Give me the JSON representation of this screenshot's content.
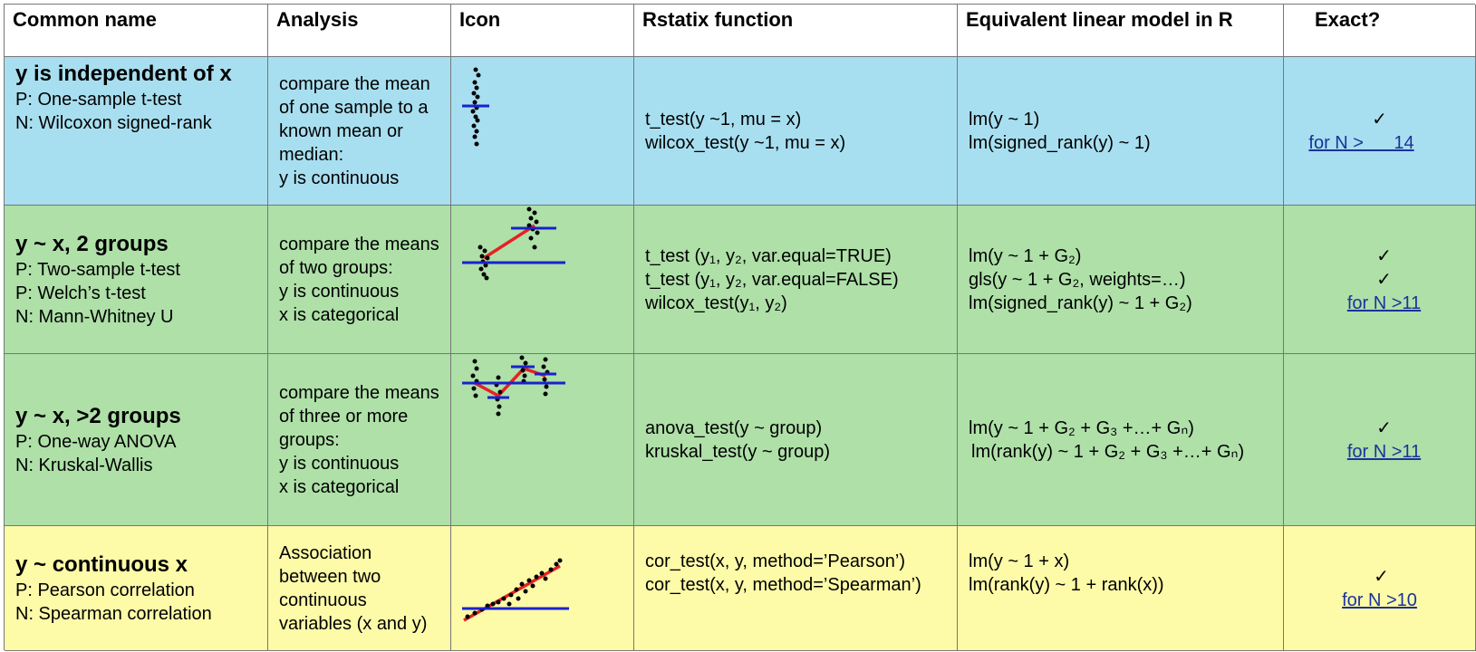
{
  "headers": [
    "Common name",
    "Analysis",
    "Icon",
    "Rstatix function",
    "Equivalent linear model in R",
    "Exact?"
  ],
  "rows": [
    {
      "title": "y is independent of x",
      "tests": [
        "P: One-sample t-test",
        "N: Wilcoxon signed-rank"
      ],
      "analysis": [
        "compare the mean",
        "of one sample to a",
        "known mean or",
        "median:",
        "y is continuous"
      ],
      "icon": "one-sample-icon",
      "functions": [
        "t_test(y ~1, mu = x)",
        "wilcox_test(y ~1, mu = x)"
      ],
      "lm": [
        "lm(y ~ 1)",
        "lm(signed_rank(y) ~ 1)"
      ],
      "exact": {
        "check": "✓",
        "link": "for N >      14"
      }
    },
    {
      "title": "y ~ x, 2 groups",
      "tests": [
        "P: Two-sample t-test",
        "P: Welch’s t-test",
        "N: Mann-Whitney U"
      ],
      "analysis": [
        "compare the means",
        "of two groups:",
        "y is continuous",
        "x is categorical"
      ],
      "icon": "two-groups-icon",
      "functions": [
        "t_test (y₁, y₂, var.equal=TRUE)",
        "t_test (y₁, y₂, var.equal=FALSE)",
        "wilcox_test(y₁, y₂)"
      ],
      "lm": [
        "lm(y ~ 1 + G₂)",
        "gls(y ~ 1 + G₂, weights=…)",
        "lm(signed_rank(y) ~ 1 + G₂)"
      ],
      "exact": {
        "checks": [
          "✓",
          "✓"
        ],
        "link": "for N >11"
      }
    },
    {
      "title": "y ~ x, >2 groups",
      "tests": [
        "P: One-way ANOVA",
        "N: Kruskal-Wallis"
      ],
      "analysis": [
        "compare the means",
        "of three or more",
        "groups:",
        "y is continuous",
        "x is categorical"
      ],
      "icon": "anova-icon",
      "functions": [
        "anova_test(y ~ group)",
        "kruskal_test(y ~ group)"
      ],
      "lm": [
        "lm(y ~ 1 + G₂ + G₃ +…+ Gₙ)",
        "lm(rank(y) ~ 1 + G₂ + G₃ +…+ Gₙ)"
      ],
      "exact": {
        "check": "✓",
        "link": "for N >11"
      }
    },
    {
      "title": "y ~ continuous x",
      "tests": [
        "P: Pearson correlation",
        "N: Spearman correlation"
      ],
      "analysis": [
        "Association",
        "between two",
        "continuous",
        "variables (x and y)"
      ],
      "icon": "correlation-icon",
      "functions": [
        "cor_test(x, y, method=’Pearson’)",
        "cor_test(x, y, method=’Spearman’)"
      ],
      "lm": [
        "lm(y ~ 1 + x)",
        "lm(rank(y) ~ 1 + rank(x))"
      ],
      "exact": {
        "check": "✓",
        "link": "for N >10"
      }
    }
  ],
  "colors": {
    "blue_row": "#a8dff0",
    "green_row": "#aee0a8",
    "yellow_row": "#fdfaa8",
    "mean_line": "#1a22cc",
    "fit_line": "#e62222",
    "link": "#1a3399"
  }
}
